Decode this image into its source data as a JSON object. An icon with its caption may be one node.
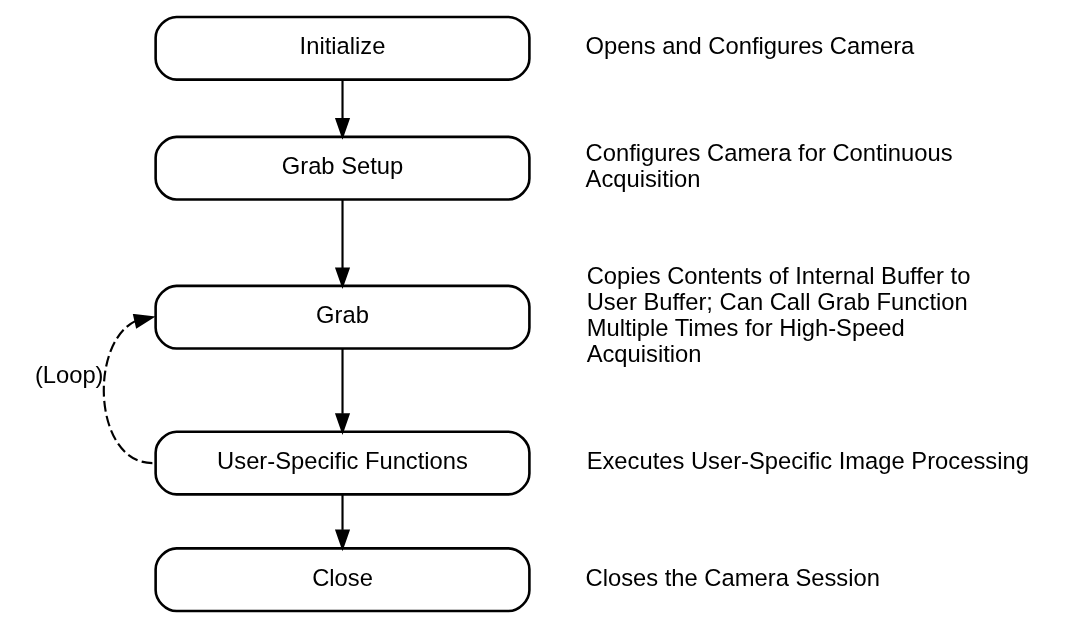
{
  "diagram": {
    "nodes": [
      {
        "text": [
          "Initialize"
        ],
        "beside": [
          "Opens and Configures Camera"
        ]
      },
      {
        "text": [
          "Grab Setup"
        ],
        "beside": [
          "Configures Camera for Continuous Acquisition"
        ]
      },
      {
        "text": [
          "Grab"
        ],
        "beside": [
          "Copies Contents of Internal Buffer to User Buffer; Can Call Grab Function Multiple Times for High-Speed Acquisition"
        ]
      },
      {
        "text": [
          "User-Specific Functions"
        ],
        "beside": [
          "Executes User-Specific Image Processing"
        ]
      },
      {
        "text": [
          "Close"
        ],
        "beside": [
          "Closes the Camera Session"
        ]
      }
    ],
    "edges": [
      {
        "from": 0,
        "to": 1,
        "arrow": "to"
      },
      {
        "from": 1,
        "to": 2,
        "arrow": "to"
      },
      {
        "from": 2,
        "to": 3,
        "arrow": "to"
      },
      {
        "from": 3,
        "to": 4,
        "arrow": "to"
      },
      {
        "from": 3,
        "to": 2,
        "arrow": "to",
        "style": "dashed",
        "label": "(Loop)"
      }
    ]
  }
}
